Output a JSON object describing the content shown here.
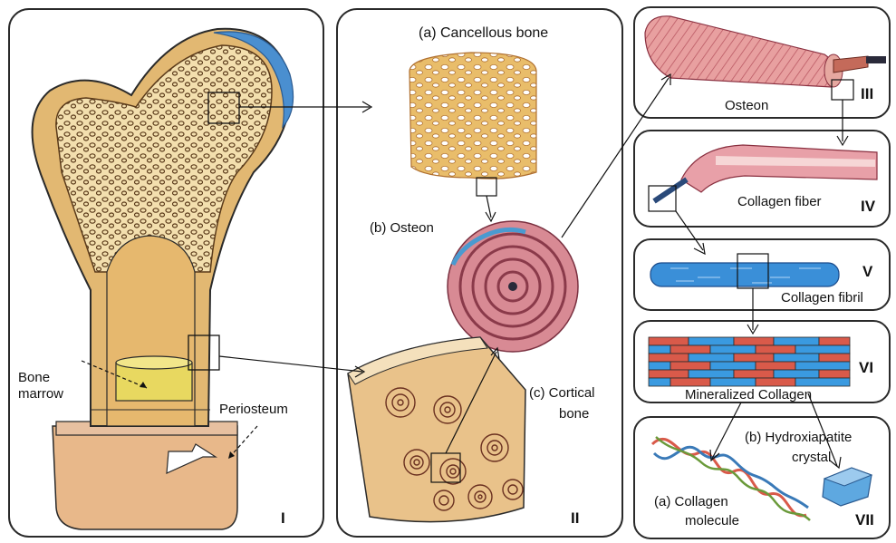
{
  "panels": {
    "I": "I",
    "II": "II",
    "III": "III",
    "IV": "IV",
    "V": "V",
    "VI": "VI",
    "VII": "VII"
  },
  "labels": {
    "bone": "Bone",
    "marrow": "marrow",
    "periosteum": "Periosteum",
    "cancellous": "(a)  Cancellous bone",
    "osteon_b": "(b) Osteon",
    "cortical_1": "(c) Cortical",
    "cortical_2": "bone",
    "osteon": "Osteon",
    "collagen_fiber": "Collagen fiber",
    "collagen_fibril": "Collagen fibril",
    "mineralized": "Mineralized Collagen",
    "hydroxy_1": "(b) Hydroxiapatite",
    "hydroxy_2": "crystal",
    "molecule_1": "(a)  Collagen",
    "molecule_2": "molecule"
  },
  "colors": {
    "outline": "#2a2a2a",
    "bone_tan": "#e2b872",
    "bone_light": "#f1d9a4",
    "periosteum_blue": "#4a8fd0",
    "osteon_pink": "#d88a94",
    "fibril_blue": "#3a8fd8",
    "collagen_red": "#d95a4a",
    "marrow_yellow": "#e8d860",
    "crystal_blue": "#5ea8e0"
  }
}
